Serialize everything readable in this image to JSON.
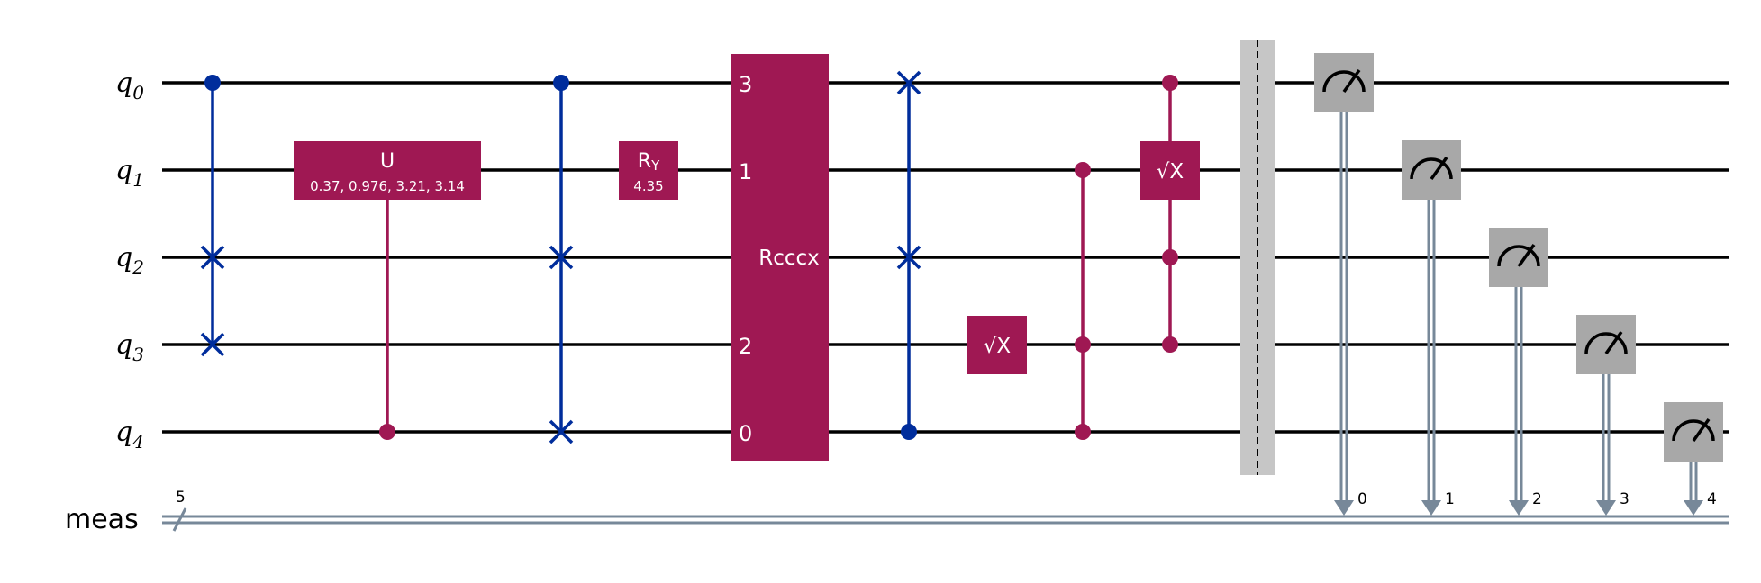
{
  "colors": {
    "cx_blue": "#002d9c",
    "gate_magenta": "#9f1853",
    "measure_gray": "#a8a8a8",
    "barrier_gray": "#c6c6c6",
    "classical_wire": "#778899",
    "wire": "#000000"
  },
  "registers": {
    "qubits": [
      {
        "name": "q",
        "index": "0"
      },
      {
        "name": "q",
        "index": "1"
      },
      {
        "name": "q",
        "index": "2"
      },
      {
        "name": "q",
        "index": "3"
      },
      {
        "name": "q",
        "index": "4"
      }
    ],
    "classical": {
      "name": "meas",
      "size": "5"
    }
  },
  "gates": {
    "u": {
      "label": "U",
      "params": "0.37, 0.976, 3.21, 3.14"
    },
    "ry": {
      "label": "R",
      "sub": "Y",
      "param": "4.35"
    },
    "rcccx": {
      "label": "Rcccx",
      "pins": [
        "3",
        "1",
        "2",
        "0"
      ]
    },
    "sx_q3": {
      "label": "√X"
    },
    "sx_q1": {
      "label": "√X"
    }
  },
  "measure_bits": [
    "0",
    "1",
    "2",
    "3",
    "4"
  ]
}
